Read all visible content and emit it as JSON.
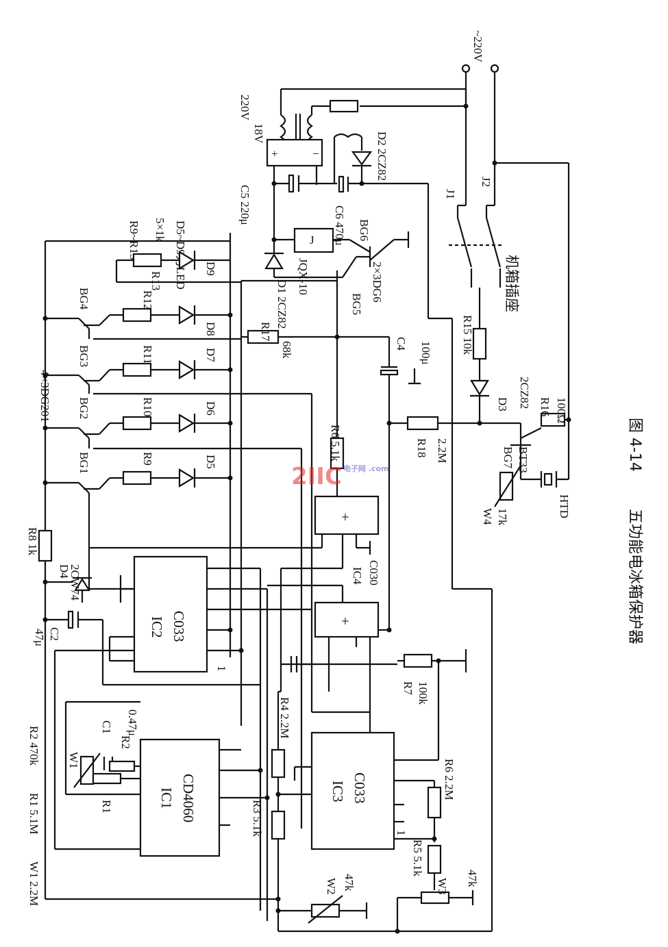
{
  "figure": {
    "caption_number": "图 4-14",
    "caption_title": "五功能电冰箱保护器",
    "watermark_text": "2IIC",
    "watermark_sub": "电子网 .com"
  },
  "supply": {
    "mains": "~220V",
    "transformer_primary": "220V",
    "transformer_secondary": "18V",
    "relay_contacts": [
      "J1",
      "J2"
    ],
    "socket": "机箱插座"
  },
  "labels": {
    "c5": "C5 220μ",
    "c6": "C6 470μ",
    "d2": "D2 2CZ82",
    "d1": "D1 2CZ82",
    "relay": "J",
    "relay_type": "JQX-10",
    "bg6": "BG6",
    "bg5": "BG5",
    "bg5_bg6": "2×3DG6",
    "r9_r13": "R9~R13",
    "r9_r13_val": "5×1k",
    "leds": "D5~D9为LED",
    "r13": "R13",
    "r12": "R12",
    "r11": "R11",
    "r10": "R10",
    "r9": "R9",
    "d9": "D9",
    "d8": "D8",
    "d7": "D7",
    "d6": "D6",
    "d5": "D5",
    "bg4": "BG4",
    "bg3": "BG3",
    "bg2": "BG2",
    "bg1": "BG1",
    "bg_type": "4×3DG201",
    "r17": "R17",
    "r17_val": "68k",
    "c4": "C4",
    "c4_val": "100μ",
    "r15": "R15 10k",
    "d3": "D3",
    "d3_val": "2CZ82",
    "r16": "R16",
    "r16_val": "100Ω",
    "r18": "R18",
    "r18_val": "2.2M",
    "bg7": "BG7",
    "bg7_type": "BT33",
    "w4": "W4",
    "w4_val": "17k",
    "ht": "HTD",
    "r6": "R6 5.1k",
    "ic4": "IC4",
    "ic4_type": "C030",
    "r8": "R8 1k",
    "d4": "D4",
    "d4_type": "2CW74",
    "c2": "C2",
    "c2_val": "47μ",
    "ic2": "IC2",
    "ic2_type": "C033",
    "pin1_ic2": "1",
    "r2_val": "R2 470k",
    "r1_val": "R1 5.1M",
    "w1_val": "W1 2.2M",
    "c1": "C1",
    "c1_val": "0.47μ",
    "w1": "W1",
    "r2": "R2",
    "r1": "R1",
    "ic1": "IC1",
    "ic1_type": "CD4060",
    "r7": "R7",
    "r7_val": "100k",
    "r4": "R4 2.2M",
    "ic3": "IC3",
    "ic3_type": "C033",
    "r6b": "R6 2.2M",
    "r3": "R3 5.1k",
    "pin1_ic3": "1",
    "r5": "R5 5.1k",
    "w3": "W3",
    "w3_val": "47k",
    "w2": "W2",
    "w2_val": "47k",
    "plus": "+",
    "minus": "−"
  }
}
